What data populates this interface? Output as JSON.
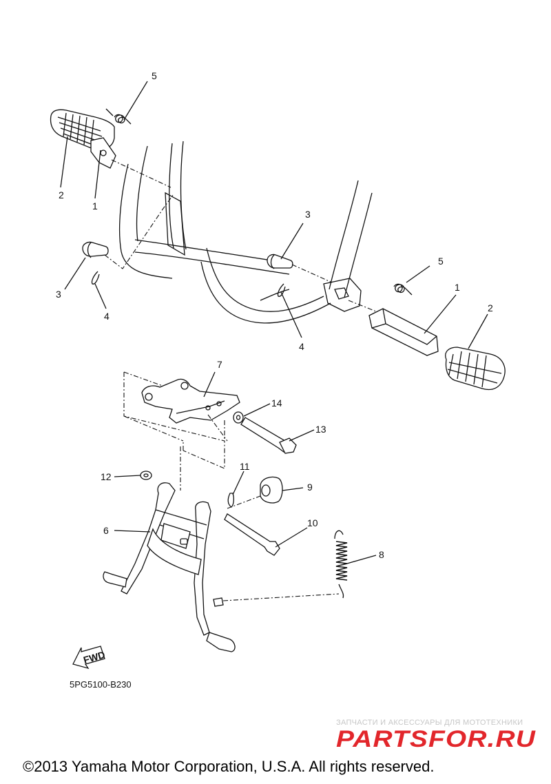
{
  "diagram": {
    "callouts": [
      {
        "id": "c5a",
        "label": "5"
      },
      {
        "id": "c2a",
        "label": "2"
      },
      {
        "id": "c1a",
        "label": "1"
      },
      {
        "id": "c3a",
        "label": "3"
      },
      {
        "id": "c4a",
        "label": "4"
      },
      {
        "id": "c3b",
        "label": "3"
      },
      {
        "id": "c4b",
        "label": "4"
      },
      {
        "id": "c5b",
        "label": "5"
      },
      {
        "id": "c1b",
        "label": "1"
      },
      {
        "id": "c2b",
        "label": "2"
      },
      {
        "id": "c7",
        "label": "7"
      },
      {
        "id": "c14",
        "label": "14"
      },
      {
        "id": "c13",
        "label": "13"
      },
      {
        "id": "c12",
        "label": "12"
      },
      {
        "id": "c11",
        "label": "11"
      },
      {
        "id": "c9",
        "label": "9"
      },
      {
        "id": "c6",
        "label": "6"
      },
      {
        "id": "c10",
        "label": "10"
      },
      {
        "id": "c8",
        "label": "8"
      }
    ],
    "fwd_label": "FWD",
    "part_code": "5PG5100-B230"
  },
  "watermark": {
    "tagline": "ЗАПЧАСТИ И АКСЕССУАРЫ ДЛЯ МОТОТЕХНИКИ",
    "brand": "PARTSFOR.RU",
    "color": "#e2262b"
  },
  "footer": {
    "copyright": "©2013 Yamaha Motor Corporation, U.S.A. All rights reserved."
  }
}
